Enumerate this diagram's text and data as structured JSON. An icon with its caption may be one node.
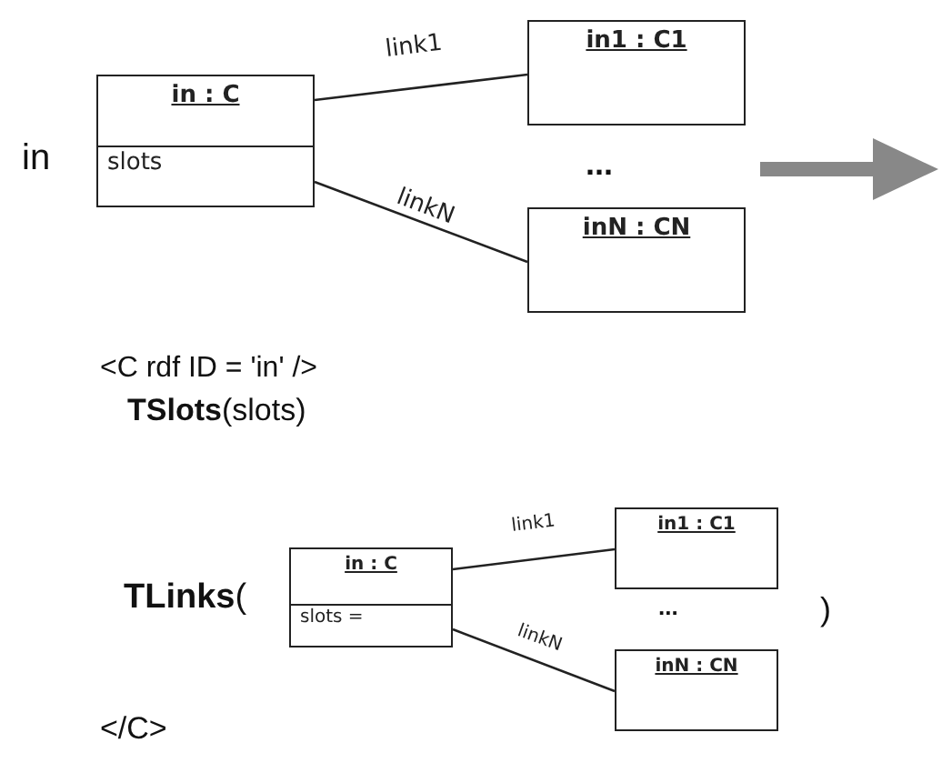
{
  "diagram": {
    "nodes": [
      {
        "text": [
          "in : C",
          "slots"
        ]
      },
      {
        "text": [
          "in1 : C1"
        ]
      },
      {
        "text": [
          "inN : CN"
        ]
      },
      {
        "text": [
          "in : C",
          "slots ="
        ]
      },
      {
        "text": [
          "in1 : C1"
        ]
      },
      {
        "text": [
          "inN : CN"
        ]
      }
    ],
    "edges": [
      {
        "from": 0,
        "to": 1,
        "arrow": "none",
        "label": "link1"
      },
      {
        "from": 0,
        "to": 2,
        "arrow": "none",
        "label": "linkN"
      },
      {
        "from": 3,
        "to": 4,
        "arrow": "none",
        "label": "link1"
      },
      {
        "from": 3,
        "to": 5,
        "arrow": "none",
        "label": "linkN"
      }
    ],
    "labels": [
      "in",
      "...",
      "<C rdf ID = 'in' />",
      "**TSlots**(slots)",
      "**TLinks**(",
      "...",
      ")",
      "</C>"
    ]
  }
}
